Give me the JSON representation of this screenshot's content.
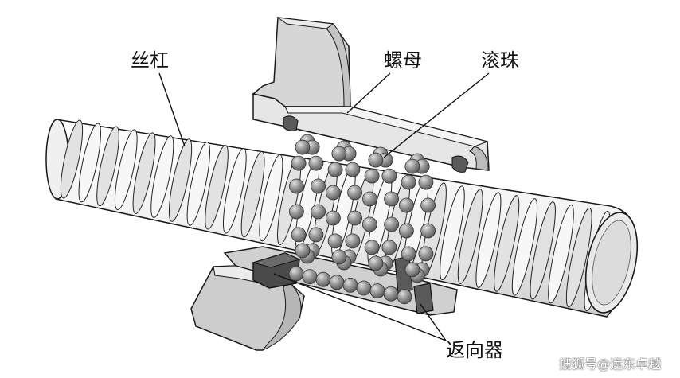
{
  "labels": {
    "screw": "丝杠",
    "nut": "螺母",
    "balls": "滚珠",
    "return_device": "返向器"
  },
  "watermark": "搜狐号@远东卓越",
  "colors": {
    "metal_light": "#f4f4f4",
    "metal_mid": "#dcdcdc",
    "metal_dark": "#9a9a9a",
    "outline": "#1a1a1a",
    "ball": "#8e8e8e",
    "ball_highlight": "#d8d8d8",
    "return_block": "#4a4a4a"
  }
}
